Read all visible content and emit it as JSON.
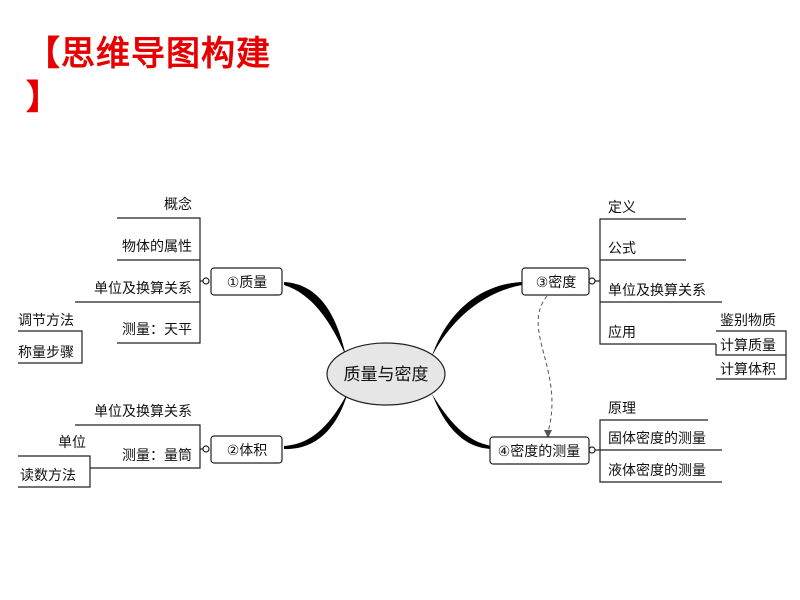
{
  "title": {
    "line1": "【思维导图构建",
    "line2": "】",
    "color": "#e60000"
  },
  "center": "质量与密度",
  "nodes": {
    "mass": "①质量",
    "volume": "②体积",
    "density": "③密度",
    "density_measure": "④密度的测量"
  },
  "mass_children": {
    "concept": "概念",
    "property": "物体的属性",
    "units": "单位及换算关系",
    "measure": "测量：天平",
    "adjust": "调节方法",
    "steps": "称量步骤"
  },
  "volume_children": {
    "units": "单位及换算关系",
    "measure": "测量：量筒",
    "unit": "单位",
    "reading": "读数方法"
  },
  "density_children": {
    "definition": "定义",
    "formula": "公式",
    "units": "单位及换算关系",
    "application": "应用",
    "identify": "鉴别物质",
    "calc_mass": "计算质量",
    "calc_volume": "计算体积"
  },
  "measure_children": {
    "principle": "原理",
    "solid": "固体密度的测量",
    "liquid": "液体密度的测量"
  }
}
